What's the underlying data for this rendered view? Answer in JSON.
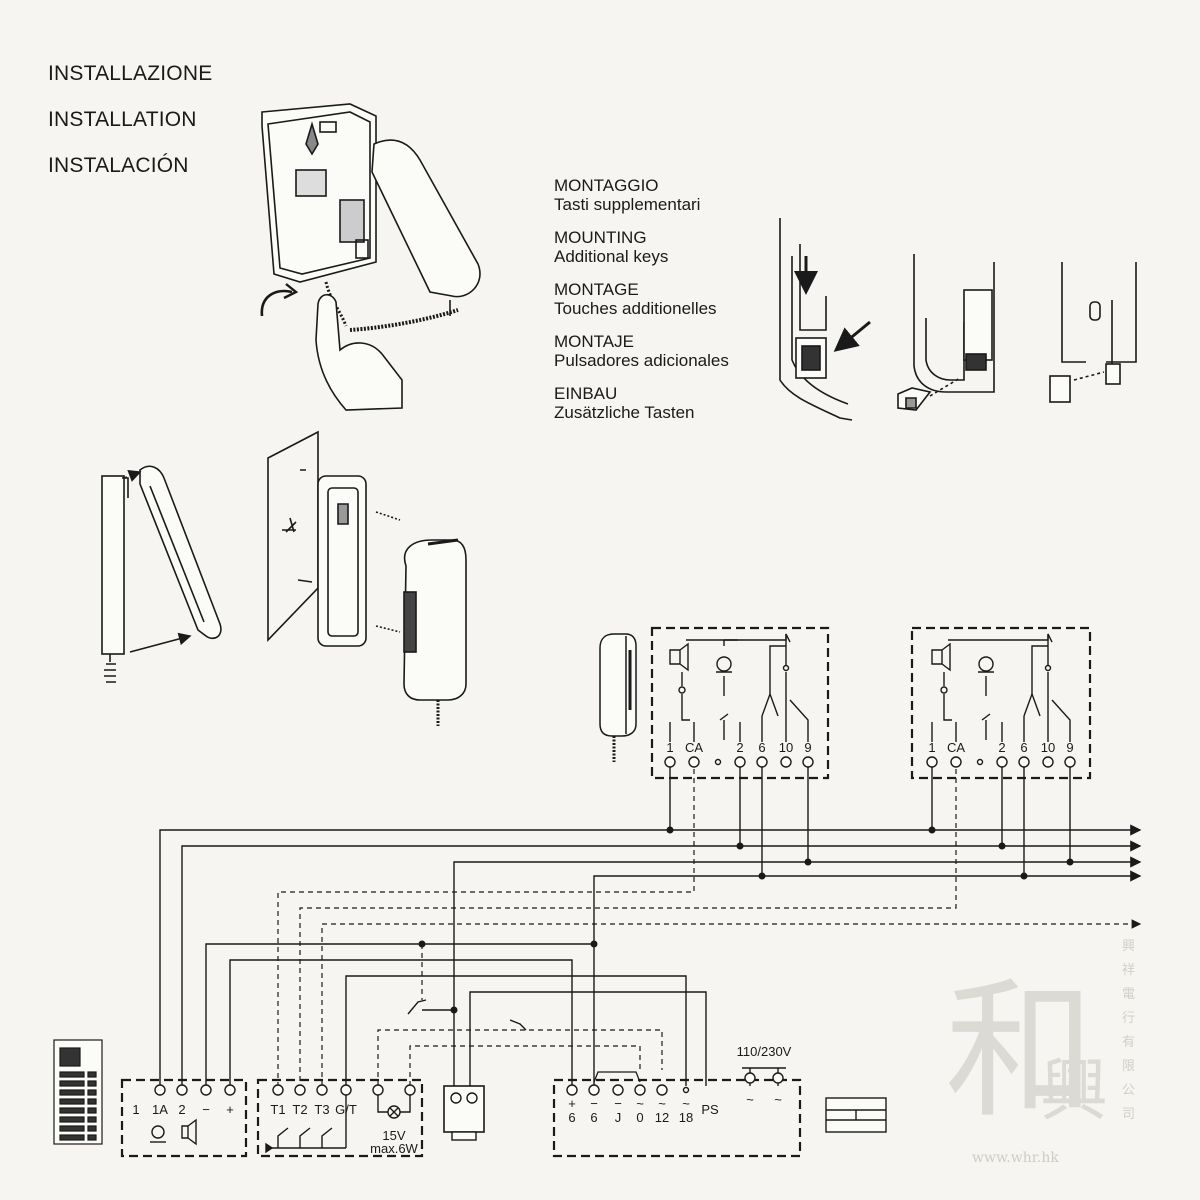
{
  "titles": [
    "INSTALLAZIONE",
    "INSTALLATION",
    "INSTALACIÓN"
  ],
  "mounting": [
    {
      "heading": "MONTAGGIO",
      "sub": "Tasti supplementari"
    },
    {
      "heading": "MOUNTING",
      "sub": "Additional keys"
    },
    {
      "heading": "MONTAGE",
      "sub": "Touches additionelles"
    },
    {
      "heading": "MONTAJE",
      "sub": "Pulsadores adicionales"
    },
    {
      "heading": "EINBAU",
      "sub": "Zusätzliche Tasten"
    }
  ],
  "handset_terminals": [
    "1",
    "CA",
    "2",
    "6",
    "10",
    "9"
  ],
  "panel_terminals": [
    "1",
    "1A",
    "2",
    "−",
    "+"
  ],
  "relay_terminals": [
    "T1",
    "T2",
    "T3",
    "G/T"
  ],
  "lamp_label": {
    "voltage": "15V",
    "power": "max.6W"
  },
  "psu_terminals": [
    {
      "top": "+",
      "bottom": "6"
    },
    {
      "top": "−",
      "bottom": "6"
    },
    {
      "top": "−",
      "bottom": "J"
    },
    {
      "top": "~",
      "bottom": "0"
    },
    {
      "top": "~",
      "bottom": "12"
    },
    {
      "top": "~",
      "bottom": "18"
    }
  ],
  "psu_ps": "PS",
  "mains_label": "110/230V",
  "mains_terminals": [
    "~",
    "~"
  ],
  "watermark": {
    "chars": [
      "和",
      "興"
    ],
    "url": "www.whr.hk",
    "side": "興祥電行有限公司"
  }
}
